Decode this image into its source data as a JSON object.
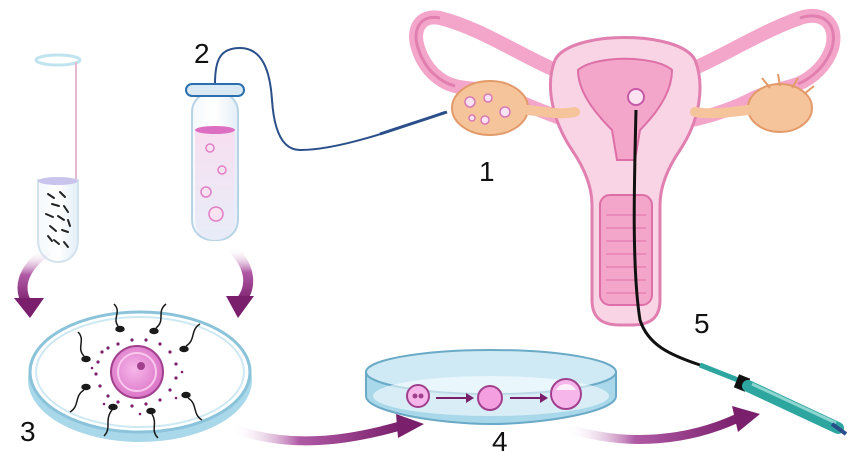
{
  "steps": [
    {
      "number": "1"
    },
    {
      "number": "2"
    },
    {
      "number": "3"
    },
    {
      "number": "4"
    },
    {
      "number": "5"
    }
  ],
  "colors": {
    "uterus_pink": "#f3a6c9",
    "uterus_light": "#f9d4e4",
    "ovary_orange": "#f6c49a",
    "dish_blue": "#a9d8ea",
    "arrow_purple": "#8a2a7a",
    "egg_pink": "#e98ad0",
    "catheter_teal": "#2ea6a0",
    "needle_blue": "#2a4f8a"
  }
}
